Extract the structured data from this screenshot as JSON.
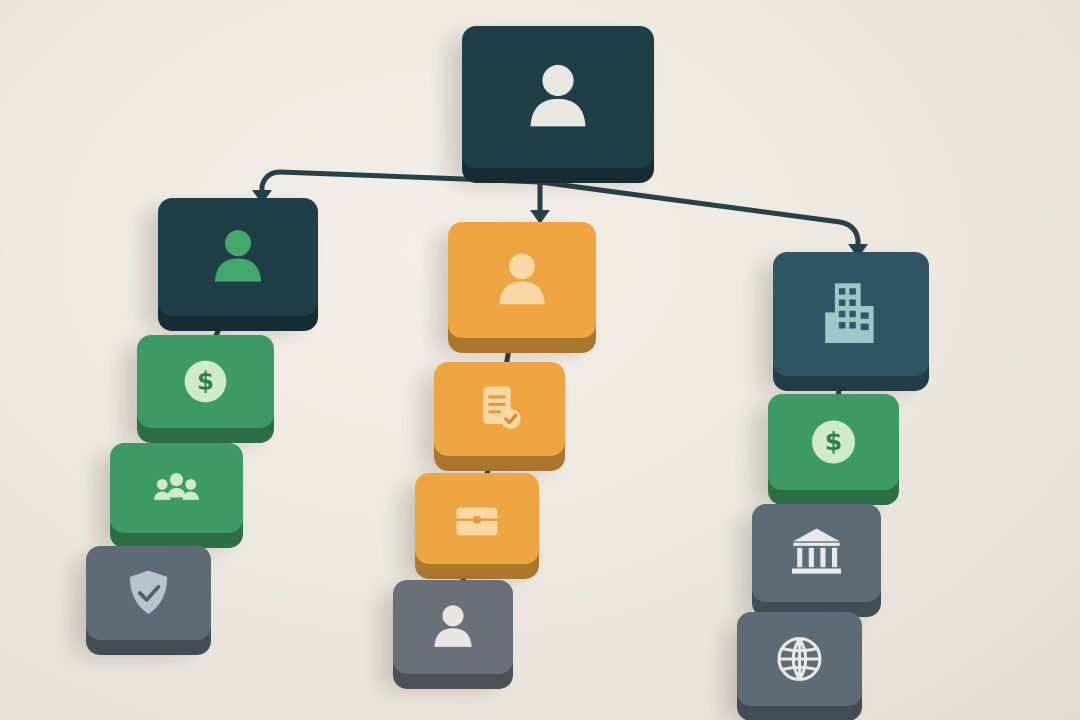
{
  "colors": {
    "dark_teal": "#1f3e48",
    "green": "#3d9a62",
    "orange": "#eea440",
    "slate_teal": "#2f5563",
    "slate_gray": "#5c6b76",
    "mid_gray": "#6a7077",
    "connector": "#27404a"
  },
  "nodes": {
    "root": {
      "icon": "person-icon",
      "color": "dark_teal"
    },
    "left": [
      {
        "icon": "person-icon",
        "color": "dark_teal"
      },
      {
        "icon": "dollar-coin-icon",
        "color": "green"
      },
      {
        "icon": "team-group-icon",
        "color": "green"
      },
      {
        "icon": "shield-check-icon",
        "color": "slate_gray"
      }
    ],
    "center": [
      {
        "icon": "person-icon",
        "color": "orange"
      },
      {
        "icon": "document-check-icon",
        "color": "orange"
      },
      {
        "icon": "briefcase-icon",
        "color": "orange"
      },
      {
        "icon": "person-icon",
        "color": "mid_gray"
      }
    ],
    "right": [
      {
        "icon": "building-icon",
        "color": "slate_teal"
      },
      {
        "icon": "dollar-coin-icon",
        "color": "green"
      },
      {
        "icon": "bank-icon",
        "color": "slate_gray"
      },
      {
        "icon": "globe-icon",
        "color": "slate_gray"
      }
    ]
  }
}
